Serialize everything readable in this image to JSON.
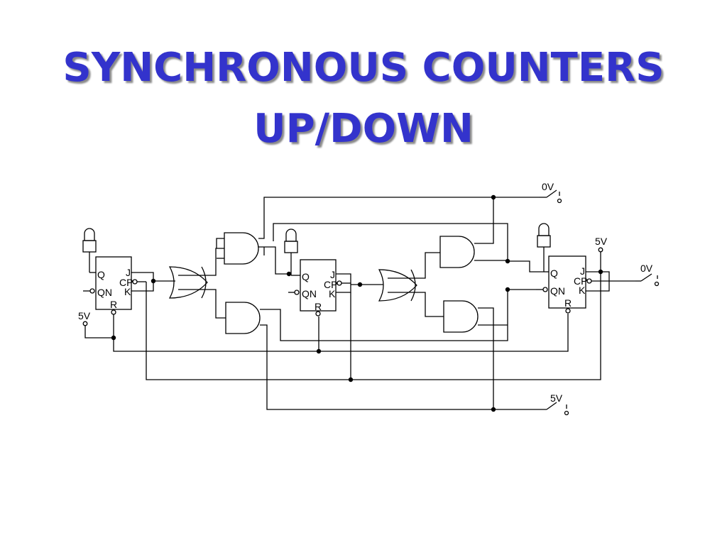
{
  "slide": {
    "title_line1": "SYNCHRONOUS COUNTERS",
    "title_line2": "UP/DOWN"
  },
  "circuit": {
    "flip_flops": [
      {
        "q": "Q",
        "qn": "QN",
        "j": "J",
        "cp": "CP",
        "k": "K",
        "r": "R"
      },
      {
        "q": "Q",
        "qn": "QN",
        "j": "J",
        "cp": "CP",
        "k": "K",
        "r": "R"
      },
      {
        "q": "Q",
        "qn": "QN",
        "j": "J",
        "cp": "CP",
        "k": "K",
        "r": "R"
      }
    ],
    "supply_labels": {
      "top_switch": "0V",
      "right_switch": "0V",
      "bottom_switch": "5V",
      "left_source": "5V",
      "right_source": "5V"
    }
  },
  "colors": {
    "title": "#3333cc",
    "wire": "#000000"
  }
}
